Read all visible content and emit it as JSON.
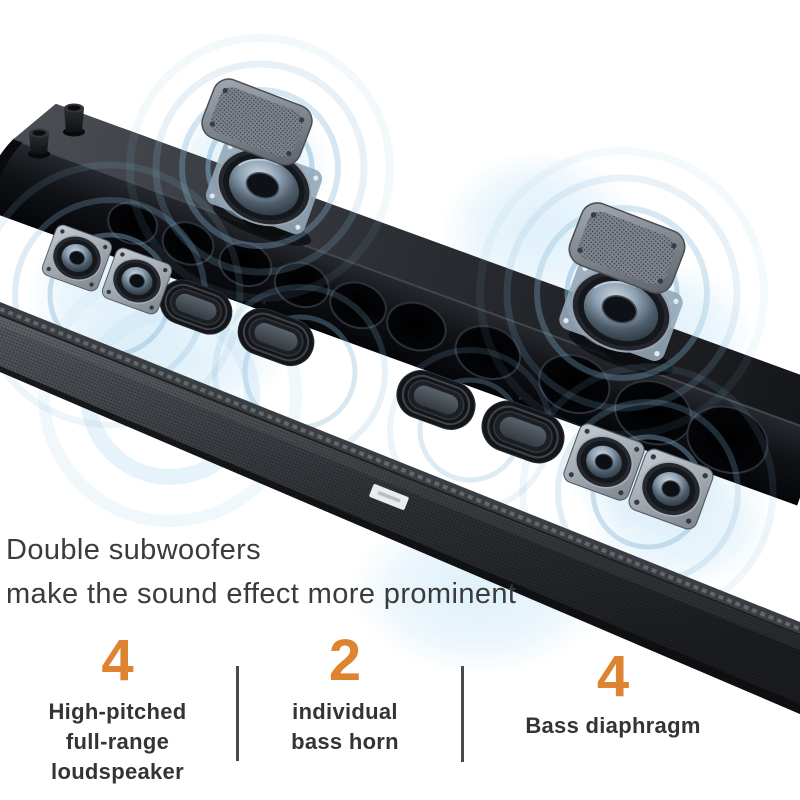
{
  "colors": {
    "accent": "#DE8430",
    "headline_text": "#3B3B3B",
    "label_text": "#343434",
    "divider": "#4A4A4A",
    "sound_wave_blue": "#86B7D8",
    "product_black": "#0B0C0F"
  },
  "headline": {
    "line1": "Double subwoofers",
    "line2": "make the sound effect more prominent"
  },
  "stats": [
    {
      "value": "4",
      "line1": "High-pitched",
      "line2": "full-range",
      "line3": "loudspeaker"
    },
    {
      "value": "2",
      "line1": "individual",
      "line2": "bass horn"
    },
    {
      "value": "4",
      "line1": "Bass diaphragm"
    }
  ],
  "scene_parts": {
    "exploded_soundbar": "soundbar chassis with driver openings",
    "assembled_soundbar": "fabric-covered soundbar",
    "grille_covers": 2,
    "fullrange_drivers": 2,
    "small_drivers": 2,
    "bass_diaphragms": 4,
    "bass_reflex_ports": 2
  }
}
